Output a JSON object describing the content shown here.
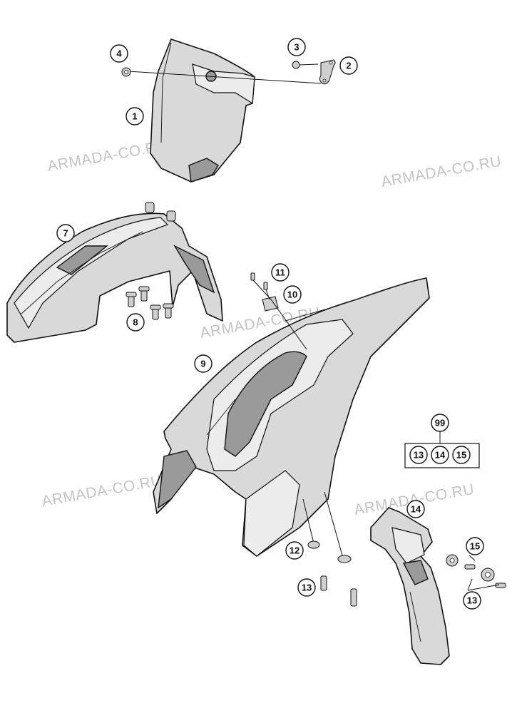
{
  "watermark": "ARMADA-CO.RU",
  "callouts": {
    "c1": "1",
    "c2": "2",
    "c3": "3",
    "c4": "4",
    "c7": "7",
    "c8": "8",
    "c9": "9",
    "c10": "10",
    "c11": "11",
    "c12": "12",
    "c13a": "13",
    "c13b": "13",
    "c14": "14",
    "c15": "15",
    "c99": "99"
  },
  "kit": {
    "k13": "13",
    "k14": "14",
    "k15": "15"
  }
}
